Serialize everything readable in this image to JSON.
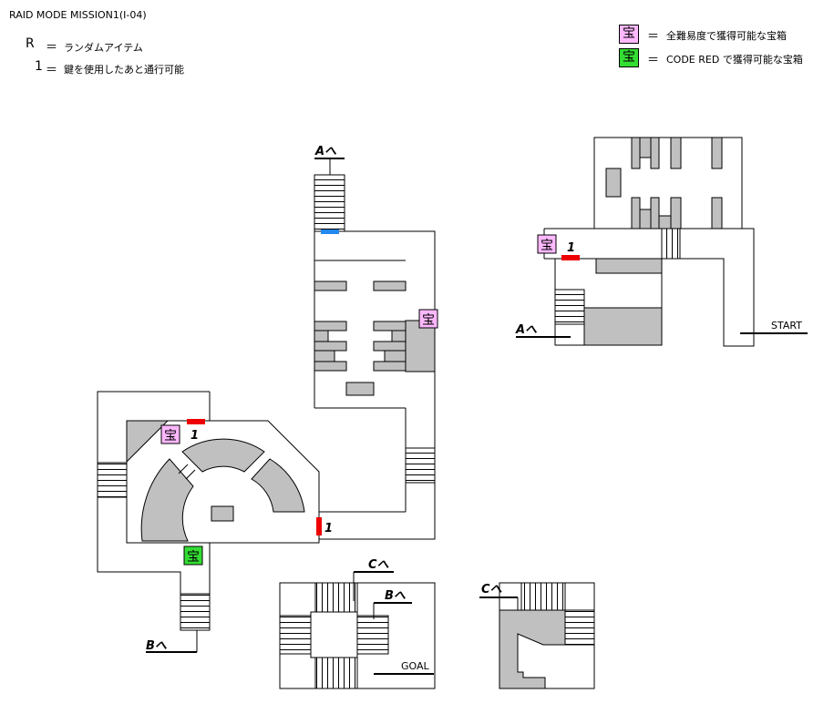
{
  "title": "RAID MODE  MISSION1(I-04)",
  "legend": {
    "random_symbol": "R",
    "random_desc": "ランダムアイテム",
    "key_symbol": "1",
    "key_desc": "鍵を使用したあと通行可能",
    "equals": "＝",
    "chest_all_symbol": "宝",
    "chest_all_desc": "全難易度で獲得可能な宝箱",
    "chest_red_symbol": "宝",
    "chest_red_desc": "CODE RED で獲得可能な宝箱"
  },
  "colors": {
    "chest_all": "#ffb8ff",
    "chest_red": "#33dd33",
    "lock": "#ee0000",
    "door_blue": "#2288ee",
    "obstacle": "#c0c0c0"
  },
  "map_labels": {
    "to_a_top": "Aへ",
    "to_a_right": "Aへ",
    "to_b_left": "Bへ",
    "to_b_mid": "Bへ",
    "to_c_mid": "Cへ",
    "to_c_right": "Cへ",
    "start": "START",
    "goal": "GOAL",
    "lock_1": "1",
    "lock_2": "1",
    "lock_3": "1",
    "chest_1": "宝",
    "chest_2": "宝",
    "chest_3": "宝",
    "chest_4": "宝"
  }
}
